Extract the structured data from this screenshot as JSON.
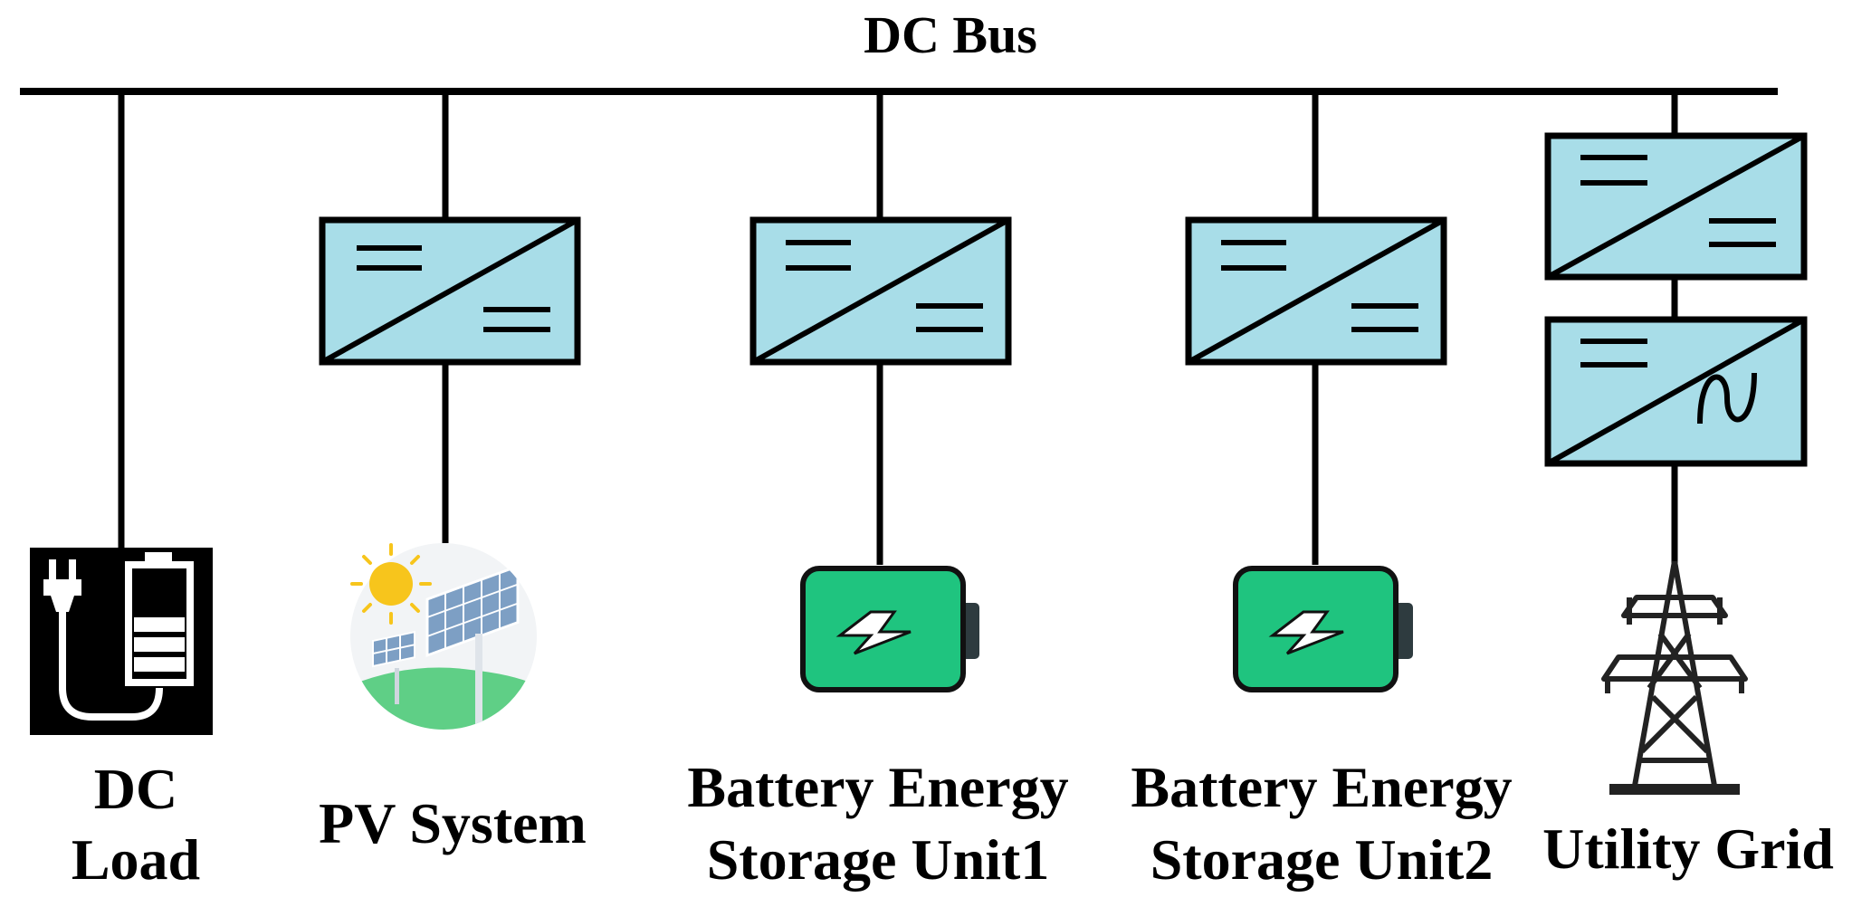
{
  "bus": {
    "title": "DC Bus"
  },
  "components": {
    "dc_load": {
      "label_line1": "DC",
      "label_line2": "Load"
    },
    "pv": {
      "label": "PV System"
    },
    "battery1": {
      "label_line1": "Battery Energy",
      "label_line2": "Storage Unit1"
    },
    "battery2": {
      "label_line1": "Battery Energy",
      "label_line2": "Storage Unit2"
    },
    "grid": {
      "label": "Utility Grid"
    }
  },
  "colors": {
    "converter_fill": "#a8dde8",
    "battery_fill": "#1fc47f",
    "battery_terminal": "#2e3b3f",
    "sun": "#f7c51c",
    "panel": "#7d9fc4",
    "ground": "#5fcf86"
  },
  "icons": {
    "dc_load": "plug-battery-icon",
    "pv": "solar-panel-icon",
    "battery": "battery-icon",
    "grid": "transmission-tower-icon",
    "dcdc": "dc-dc-converter-icon",
    "dcac": "dc-ac-inverter-icon"
  }
}
